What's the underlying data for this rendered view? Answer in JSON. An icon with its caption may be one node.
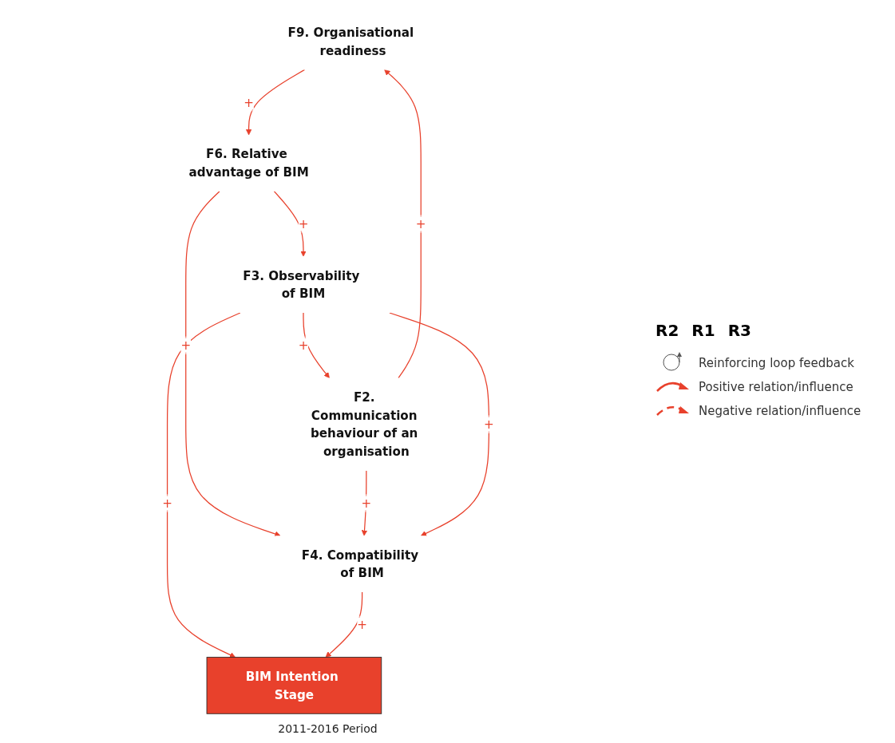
{
  "diagram": {
    "nodes": [
      {
        "text": [
          "F9. Organisational readiness"
        ]
      },
      {
        "text": [
          "F2. Communication behaviour of an organisation"
        ]
      },
      {
        "text": [
          "F6. Relative advantage of BIM"
        ]
      },
      {
        "text": [
          "F3. Observability of BIM"
        ]
      },
      {
        "text": [
          "F4. Compatibility of BIM"
        ]
      },
      {
        "text": [
          "BIM Intention Stage"
        ],
        "beside": [
          "2011-2016 Period"
        ]
      }
    ],
    "edges": [
      {
        "from": 1,
        "to": 0,
        "arrow": "to",
        "label": "+"
      },
      {
        "from": 0,
        "to": 2,
        "arrow": "to",
        "label": "+"
      },
      {
        "from": 2,
        "to": 3,
        "arrow": "to",
        "label": "+"
      },
      {
        "from": 2,
        "to": 4,
        "arrow": "to",
        "label": "+"
      },
      {
        "from": 1,
        "to": 4,
        "arrow": "to",
        "label": "+"
      },
      {
        "from": 3,
        "to": 1,
        "arrow": "to",
        "label": "+"
      },
      {
        "from": 3,
        "to": 4,
        "arrow": "to",
        "label": "+"
      },
      {
        "from": 3,
        "to": 5,
        "arrow": "to",
        "label": "+"
      },
      {
        "from": 4,
        "to": 5,
        "arrow": "to",
        "label": "+"
      }
    ],
    "labels": [
      "R2",
      "R1",
      "R3"
    ],
    "legend": [
      {
        "text": "Reinforcing loop feedback"
      },
      {
        "text": "Positive relation/influence"
      },
      {
        "text": "Negative relation/influence"
      }
    ]
  }
}
